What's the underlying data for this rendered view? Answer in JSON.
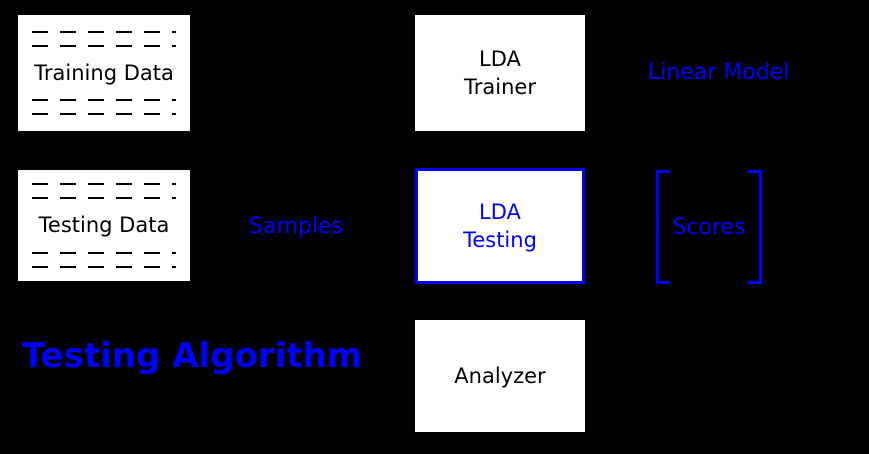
{
  "diagram": {
    "background_color": "#000000",
    "accent_color": "#0000ff",
    "box_fill_color": "#ffffff",
    "title": "Testing Algorithm",
    "nodes": {
      "training_data": {
        "label": "Training Data"
      },
      "testing_data": {
        "label": "Testing Data"
      },
      "lda_trainer": {
        "line1": "LDA",
        "line2": "Trainer"
      },
      "lda_testing": {
        "line1": "LDA",
        "line2": "Testing"
      },
      "analyzer": {
        "label": "Analyzer"
      }
    },
    "edge_labels": {
      "samples": "Samples",
      "linear_model": "Linear Model",
      "scores": "Scores"
    }
  }
}
